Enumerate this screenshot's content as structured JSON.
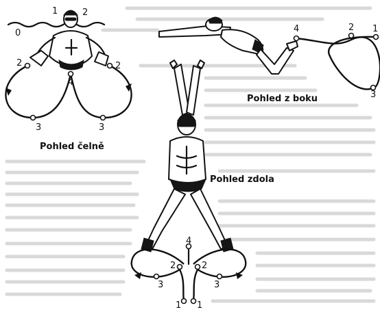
{
  "captions": {
    "front": "Pohled čelně",
    "side": "Pohled z boku",
    "bottom": "Pohled zdola"
  },
  "front_view": {
    "water_labels": [
      "0",
      "1",
      "2"
    ],
    "point_labels": [
      "2",
      "2",
      "4",
      "3",
      "3"
    ]
  },
  "side_view": {
    "point_labels": [
      "4",
      "2",
      "1",
      "3"
    ]
  },
  "bottom_view": {
    "point_labels": [
      "4",
      "2",
      "2",
      "3",
      "3",
      "1",
      "1"
    ]
  }
}
